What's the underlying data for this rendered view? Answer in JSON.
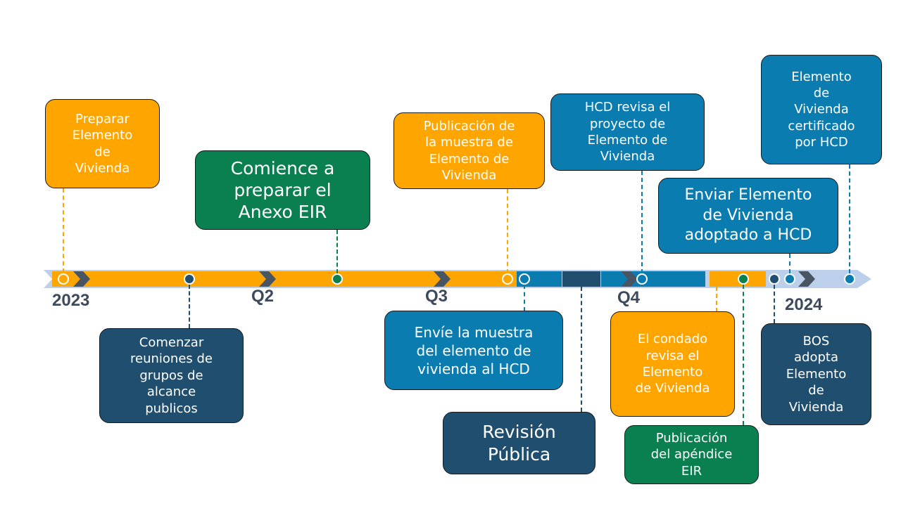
{
  "axis_labels": {
    "y2023": "2023",
    "q2": "Q2",
    "q3": "Q3",
    "q4": "Q4",
    "y2024": "2024"
  },
  "milestones": {
    "preparar": "Preparar\nElemento\nde\nVivienda",
    "comenzar_reuniones": "Comenzar\nreuniones de\ngrupos de\nalcance\npublicos",
    "anexo_eir": "Comience a\npreparar el\nAnexo EIR",
    "publicacion_muestra": "Publicación de\nla muestra de\nElemento de\nVivienda",
    "envie_muestra": "Envíe la muestra\ndel elemento de\nvivienda al HCD",
    "revision_publica": "Revisión\nPública",
    "hcd_revisa": "HCD revisa el\nproyecto de\nElemento de\nVivienda",
    "condado_revisa": "El condado\nrevisa el\nElemento\nde Vivienda",
    "enviar_adoptado": "Enviar Elemento\nde Vivienda\nadoptado a HCD",
    "publicacion_eir": "Publicación\ndel apéndice\nEIR",
    "bos_adopta": "BOS\nadopta\nElemento\nde\nVivienda",
    "certificado": "Elemento\nde\nVivienda\ncertificado\npor HCD"
  },
  "colors": {
    "orange": "#FFA500",
    "navy": "#1F4E6E",
    "teal": "#0A7CB0",
    "green": "#0A7F4F",
    "track": "#BCD0EC",
    "axis_text": "#3C4A5C"
  }
}
